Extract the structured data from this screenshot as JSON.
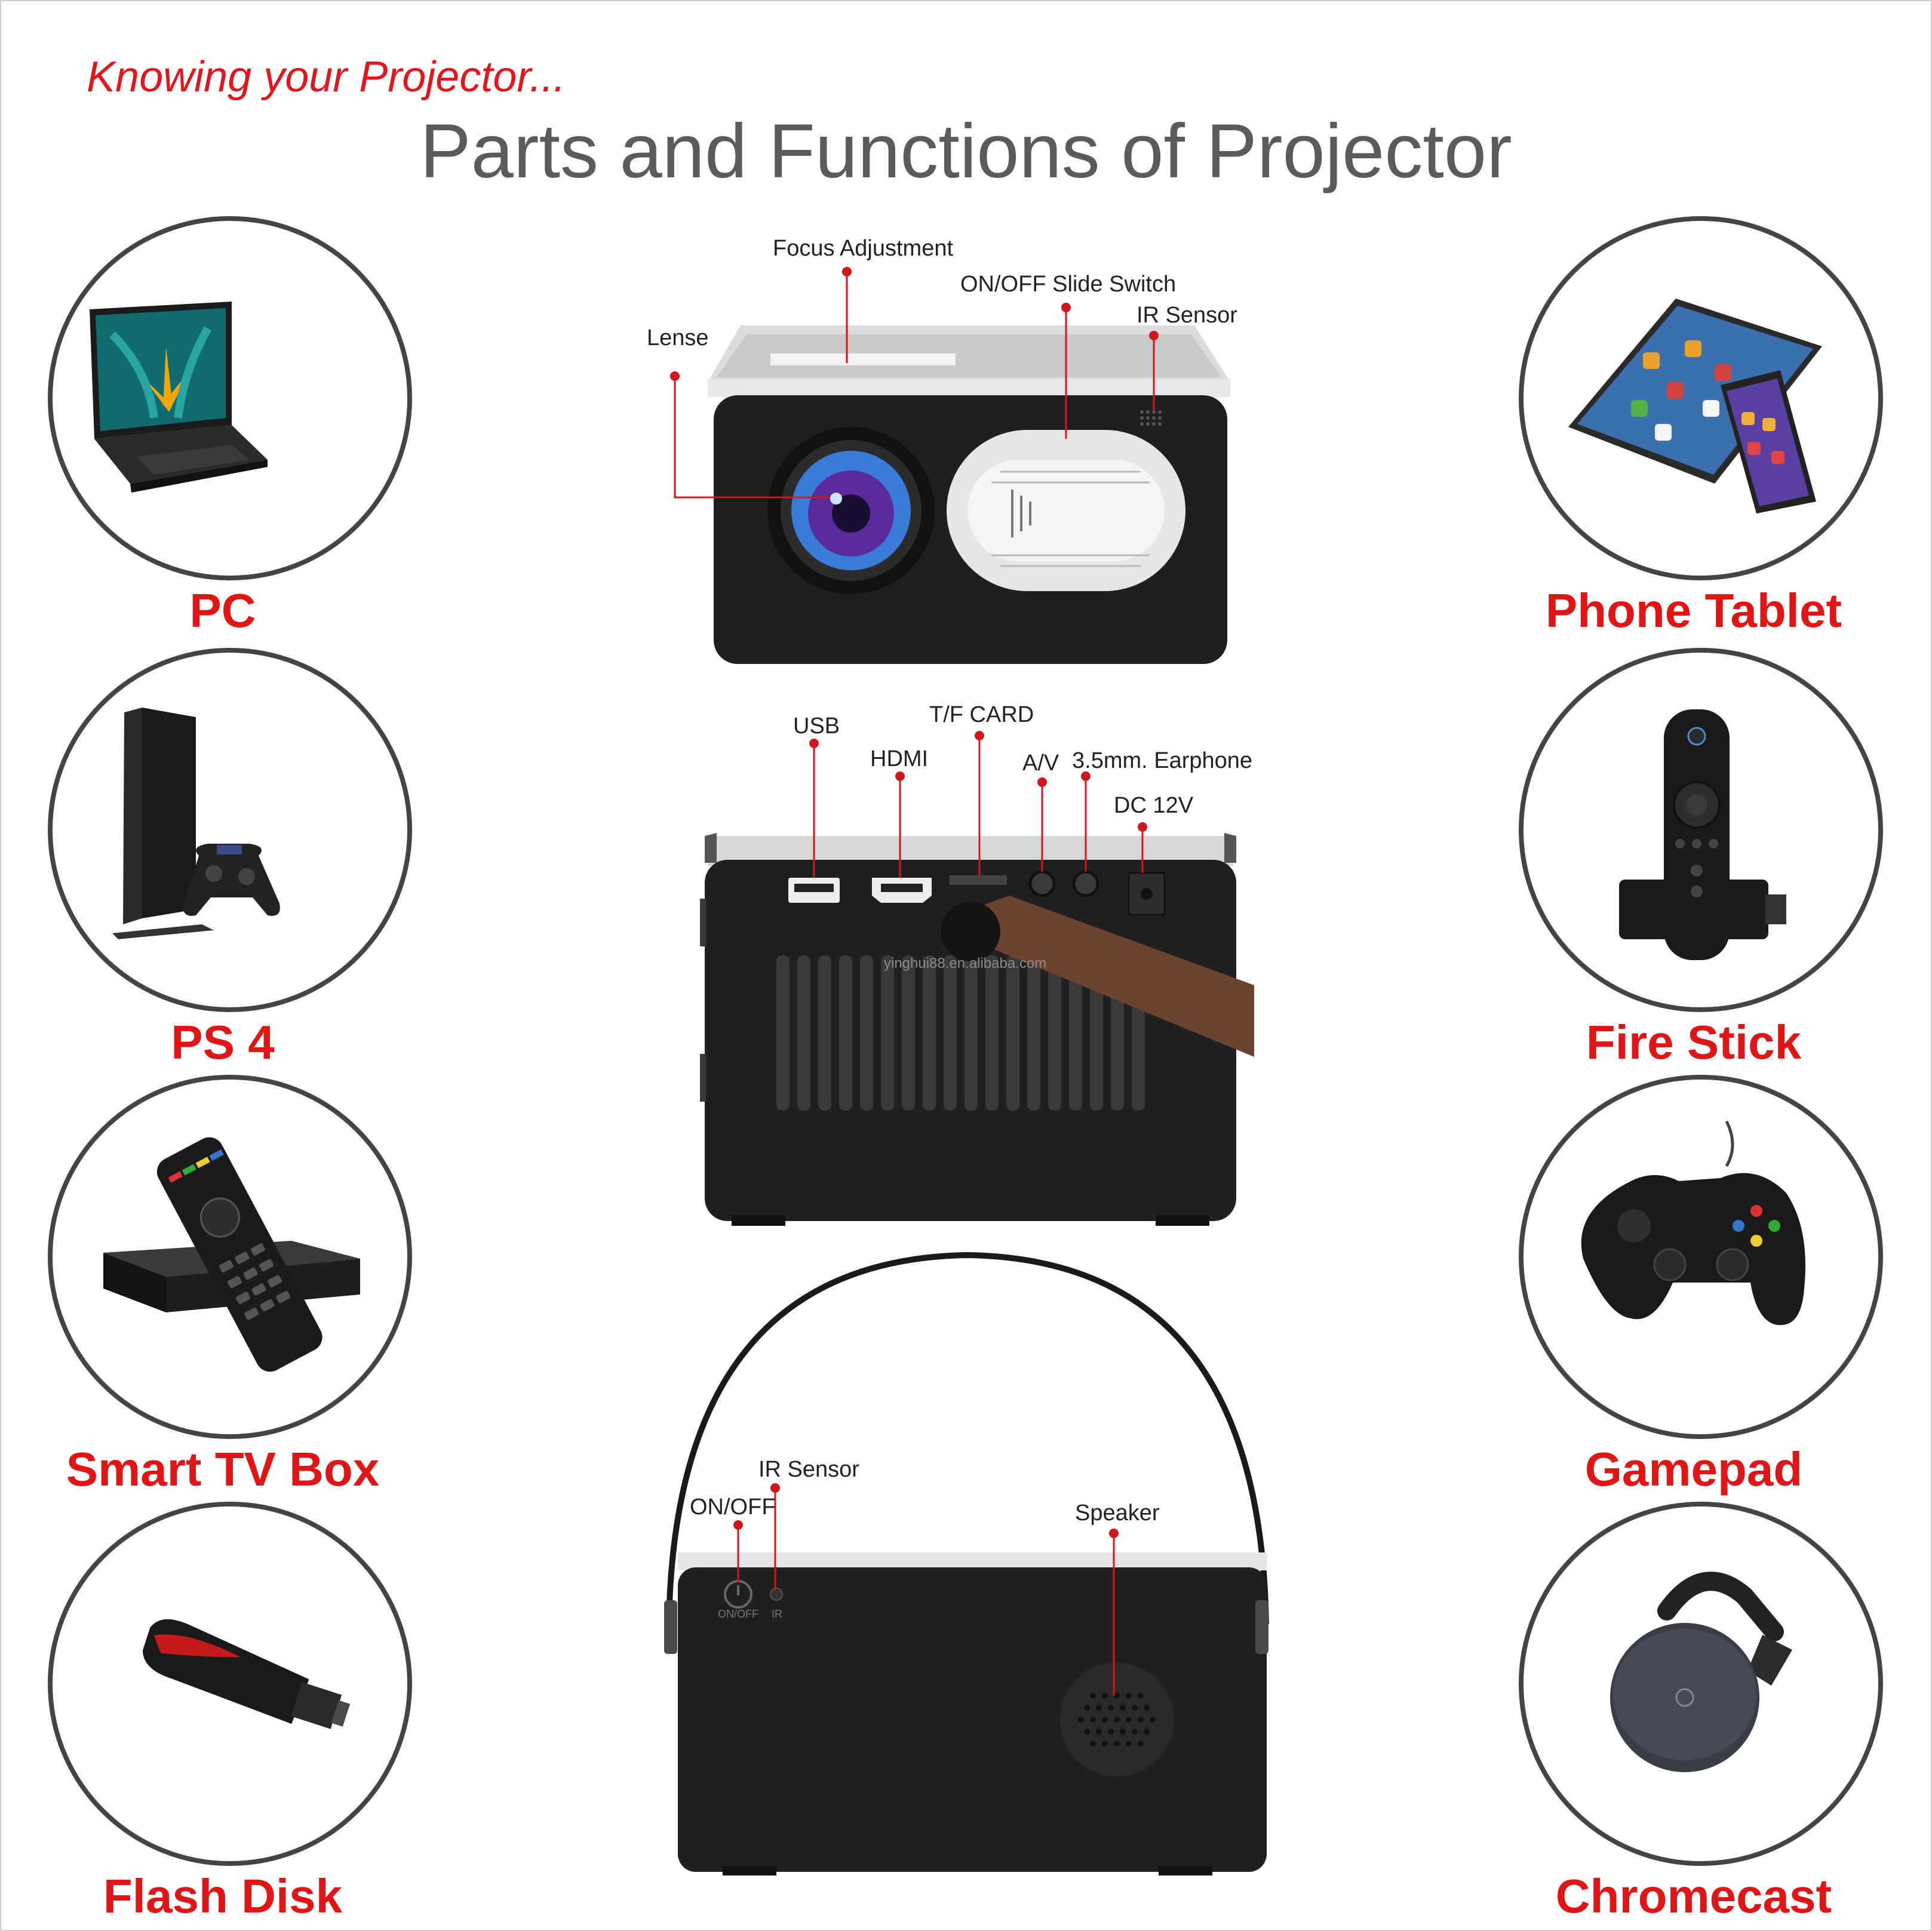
{
  "header": {
    "subtitle": "Knowing your Projector...",
    "title": "Parts and Functions of Projector"
  },
  "devices": {
    "left": [
      {
        "label": "PC",
        "icon": "laptop-icon"
      },
      {
        "label": "PS 4",
        "icon": "game-console-icon"
      },
      {
        "label": "Smart TV Box",
        "icon": "tv-box-icon"
      },
      {
        "label": "Flash Disk",
        "icon": "usb-flash-drive-icon"
      }
    ],
    "right": [
      {
        "label": "Phone Tablet",
        "icon": "tablet-phone-icon"
      },
      {
        "label": "Fire Stick",
        "icon": "streaming-stick-icon"
      },
      {
        "label": "Gamepad",
        "icon": "gamepad-icon"
      },
      {
        "label": "Chromecast",
        "icon": "chromecast-icon"
      }
    ]
  },
  "front_view": {
    "callouts": [
      "Focus Adjustment",
      "ON/OFF Slide Switch",
      "IR Sensor",
      "Lense"
    ]
  },
  "back_view": {
    "callouts": [
      "USB",
      "T/F CARD",
      "HDMI",
      "A/V",
      "3.5mm. Earphone",
      "DC 12V"
    ],
    "watermark": "yinghui88.en.alibaba.com"
  },
  "side_view": {
    "callouts": [
      "IR Sensor",
      "ON/OFF",
      "Speaker"
    ],
    "panel_labels": [
      "ON/OFF",
      "IR"
    ]
  },
  "colors": {
    "accent_red": "#e01515",
    "title_gray": "#5b5b5b",
    "circle_border": "#444444",
    "callout_dot": "#d3161c"
  }
}
